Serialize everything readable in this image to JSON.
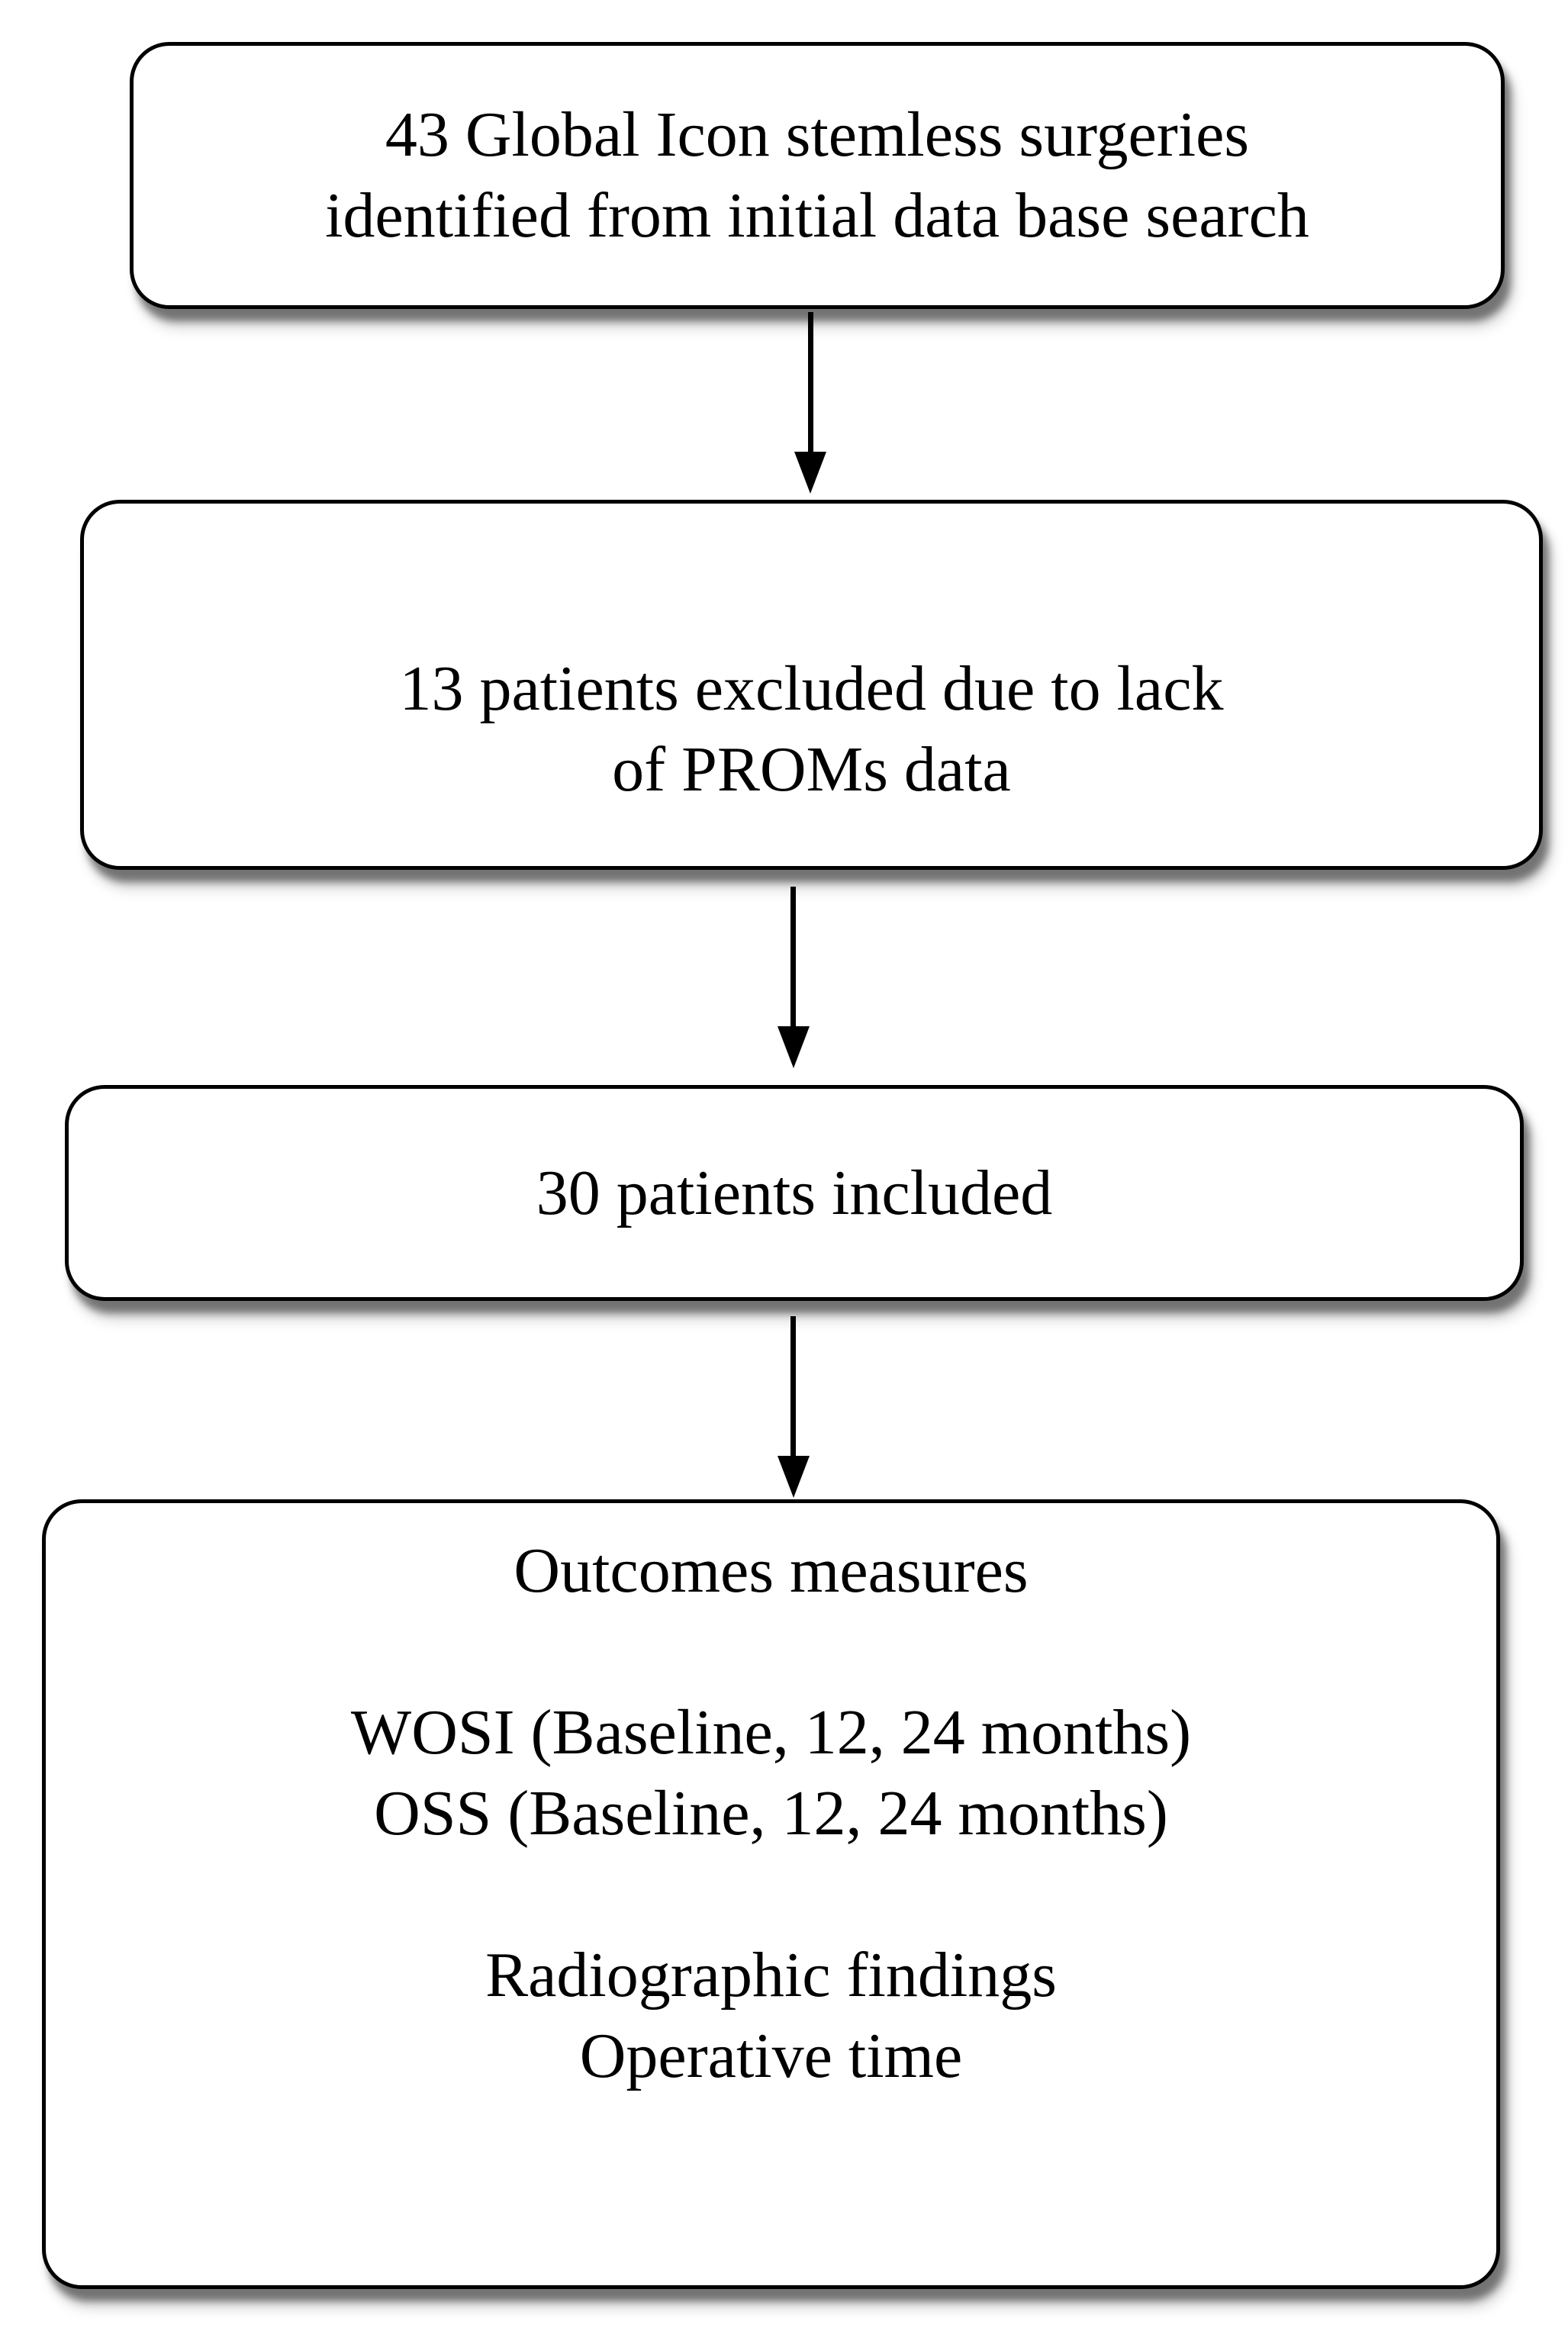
{
  "flowchart": {
    "colors": {
      "border": "#000000",
      "background": "#ffffff",
      "text": "#000000"
    },
    "boxes": [
      {
        "id": "identified",
        "lines": [
          "43 Global Icon stemless surgeries",
          "identified from initial data base search"
        ]
      },
      {
        "id": "excluded",
        "lines": [
          "13 patients excluded due to lack",
          "of PROMs data"
        ]
      },
      {
        "id": "included",
        "lines": [
          "30 patients included"
        ]
      },
      {
        "id": "outcomes",
        "lines": [
          "Outcomes measures",
          "",
          "WOSI (Baseline, 12, 24 months)",
          "OSS (Baseline, 12, 24 months)",
          "",
          "Radiographic findings",
          "Operative time"
        ]
      }
    ]
  }
}
